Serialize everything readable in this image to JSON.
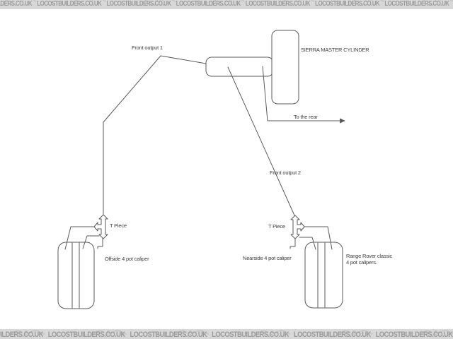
{
  "watermark": {
    "text": "LOCOSTBUILDERS.CO.UK",
    "top_repeats": 8,
    "bottom_repeats": 7
  },
  "labels": {
    "master_cylinder": "SIERRA MASTER CYLINDER",
    "front_output_1": "Front output 1",
    "front_output_2": "Front output 2",
    "to_the_rear": "To the rear",
    "t_piece_left": "T Piece",
    "t_piece_right": "T Piece",
    "offside_caliper": "Offside 4 pot caliper",
    "nearside_caliper": "Nearside 4 pot caliper",
    "range_rover_caliper_line1": "Range Rover classic",
    "range_rover_caliper_line2": "4 pot calipers."
  },
  "colors": {
    "line": "#5a5a5a",
    "label_text": "#404040",
    "banner_bg": "#d8d8d8",
    "banner_text": "#9b9b9b",
    "logo_mark": "#c4c4c4"
  }
}
